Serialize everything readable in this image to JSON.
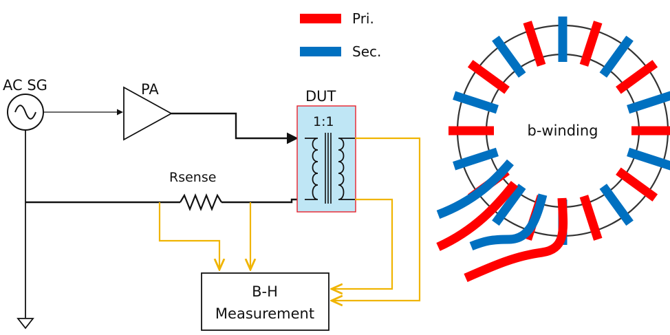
{
  "legend": {
    "primary": {
      "label": "Pri.",
      "color": "#ff0000"
    },
    "secondary": {
      "label": "Sec.",
      "color": "#0070c0"
    }
  },
  "labels": {
    "source": "AC SG",
    "amplifier": "PA",
    "dut": "DUT",
    "ratio": "1:1",
    "resistor": "Rsense",
    "measurement_line1": "B-H",
    "measurement_line2": "Measurement",
    "toroid": "b-winding"
  },
  "colors": {
    "wire": "#111111",
    "signal_lead": "#f0b400",
    "dut_fill": "#bfe6f5",
    "dut_border": "#e8202a",
    "core_outline": "#333333"
  },
  "toroid": {
    "winding_count": 20,
    "alternating_pattern": [
      "secondary",
      "primary"
    ]
  }
}
